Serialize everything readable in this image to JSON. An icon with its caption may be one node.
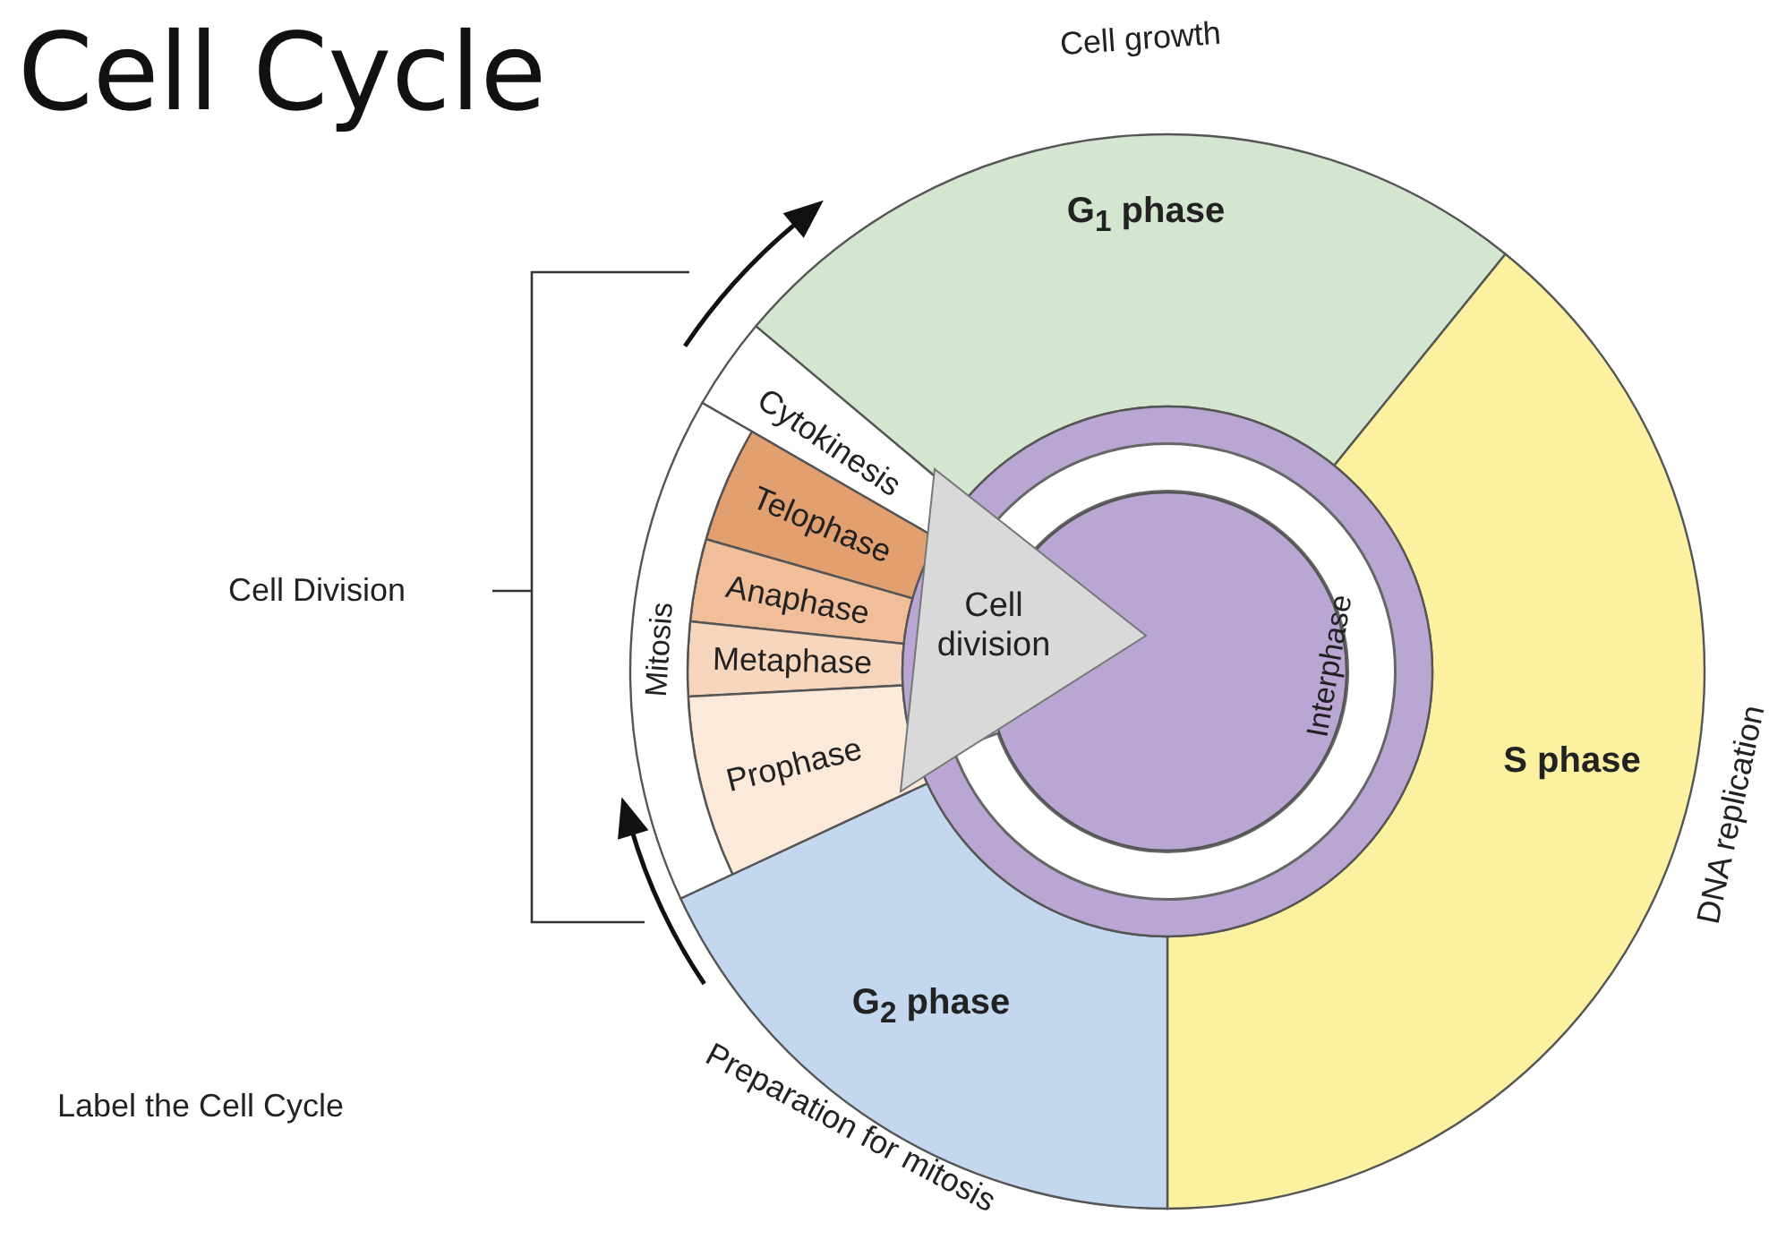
{
  "diagram": {
    "title": "Cell Cycle",
    "nodes": [
      {
        "text": [
          "G$_{1}$ phase"
        ]
      },
      {
        "text": [
          "S phase"
        ]
      },
      {
        "text": [
          "G$_{2}$ phase"
        ]
      },
      {
        "text": [
          "Cytokinesis"
        ]
      },
      {
        "text": [
          "Telophase"
        ]
      },
      {
        "text": [
          "Anaphase"
        ]
      },
      {
        "text": [
          "Metaphase"
        ]
      },
      {
        "text": [
          "Prophase"
        ]
      },
      {
        "text": [
          "Cell division"
        ]
      },
      {
        "text": [
          "Mitosis"
        ]
      }
    ],
    "labels": [
      "Cell growth",
      "Cell Division",
      "Interphase",
      "DNA replication",
      "Preparation for mitosis",
      "Label the Cell Cycle"
    ]
  }
}
